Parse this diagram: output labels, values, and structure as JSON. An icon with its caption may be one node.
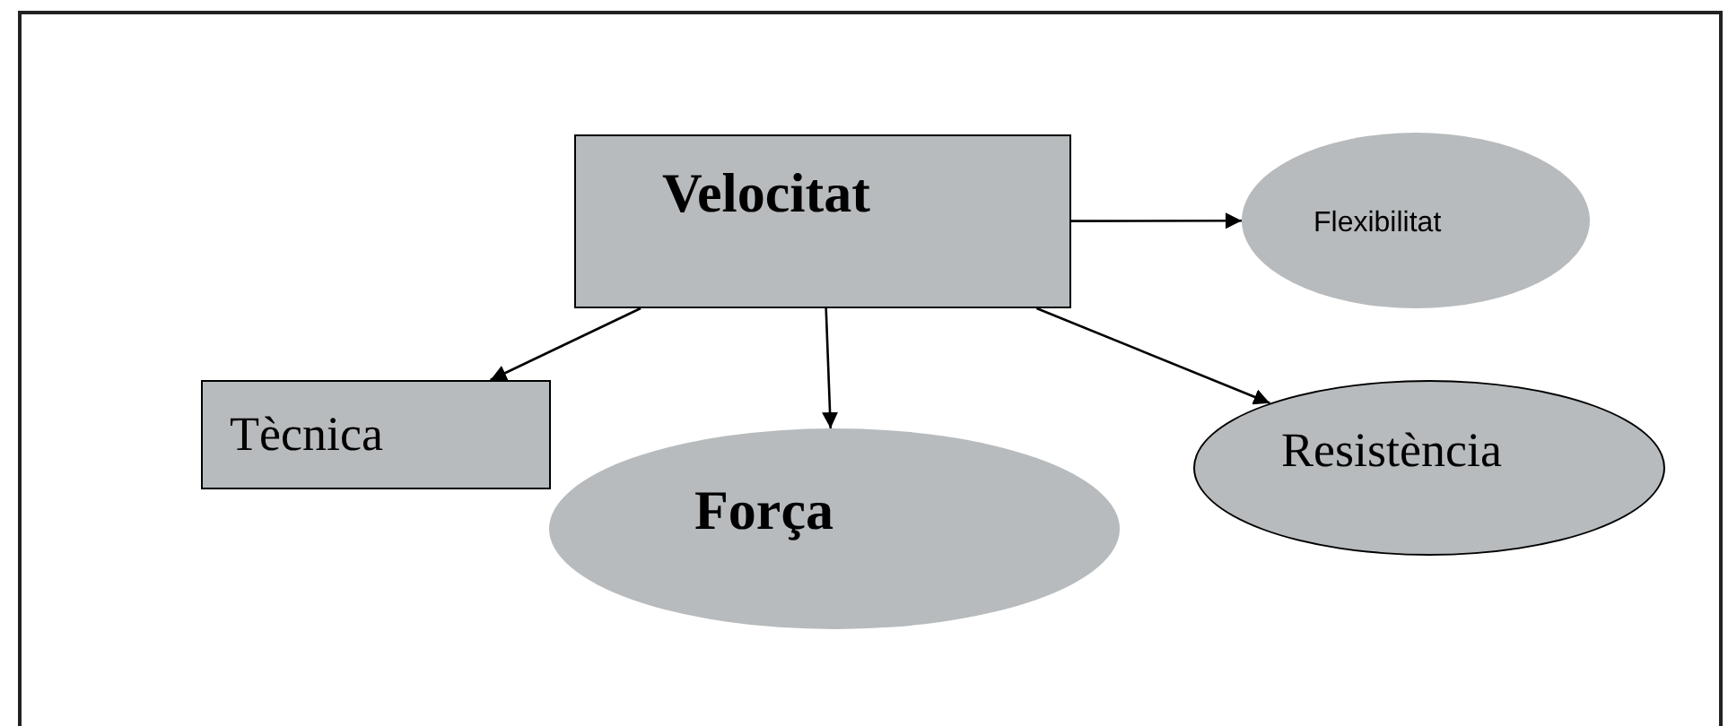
{
  "diagram": {
    "nodes": [
      {
        "text": [
          "Velocitat"
        ]
      },
      {
        "text": [
          "Flexibilitat"
        ]
      },
      {
        "text": [
          "Tècnica"
        ]
      },
      {
        "text": [
          "Força"
        ]
      },
      {
        "text": [
          "Resistència"
        ]
      }
    ],
    "edges": [
      {
        "from": 0,
        "to": 1,
        "arrow": "to"
      },
      {
        "from": 0,
        "to": 2,
        "arrow": "to"
      },
      {
        "from": 0,
        "to": 3,
        "arrow": "to"
      },
      {
        "from": 0,
        "to": 4,
        "arrow": "to"
      }
    ]
  }
}
